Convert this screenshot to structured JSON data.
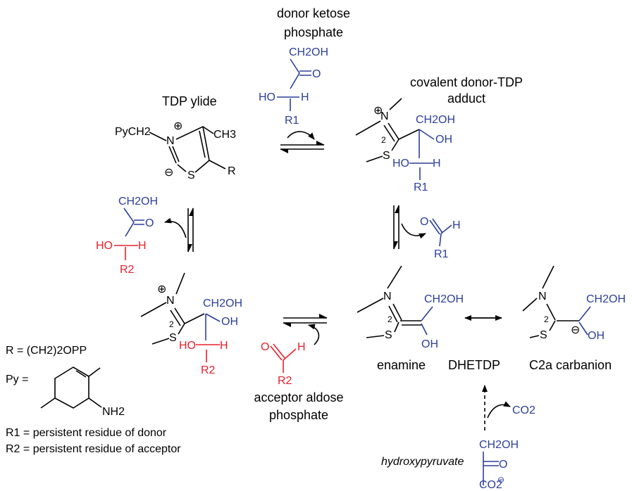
{
  "labels": {
    "donor_ketose": [
      "donor ketose",
      "phosphate"
    ],
    "covalent_adduct": [
      "covalent donor-TDP",
      "adduct"
    ],
    "tdp_ylide": "TDP ylide",
    "enamine": "enamine",
    "dhetdp": "DHETDP",
    "c2a_carbanion": "C2a carbanion",
    "acceptor_aldose": [
      "acceptor aldose",
      "phosphate"
    ],
    "hydroxypyruvate": "hydroxypyruvate"
  },
  "legend": {
    "r_def": "R = (CH2)2OPP",
    "py_def": "Py =",
    "nh2": "NH2",
    "r1_def": "R1 = persistent residue of donor",
    "r2_def": "R2 = persistent residue of acceptor"
  },
  "atoms": {
    "ch2oh": "CH2OH",
    "o": "O",
    "oh": "OH",
    "ho": "HO",
    "h": "H",
    "r1": "R1",
    "r2": "R2",
    "n": "N",
    "s": "S",
    "r": "R",
    "pych2": "PyCH2",
    "ch3": "CH3",
    "two": "2",
    "co2": "CO2",
    "co2minus": "CO2"
  },
  "charges": {
    "plus": "⊕",
    "minus": "⊖"
  },
  "colors": {
    "donor": "#2b3f9b",
    "acceptor": "#e8202a",
    "core": "#000000"
  }
}
